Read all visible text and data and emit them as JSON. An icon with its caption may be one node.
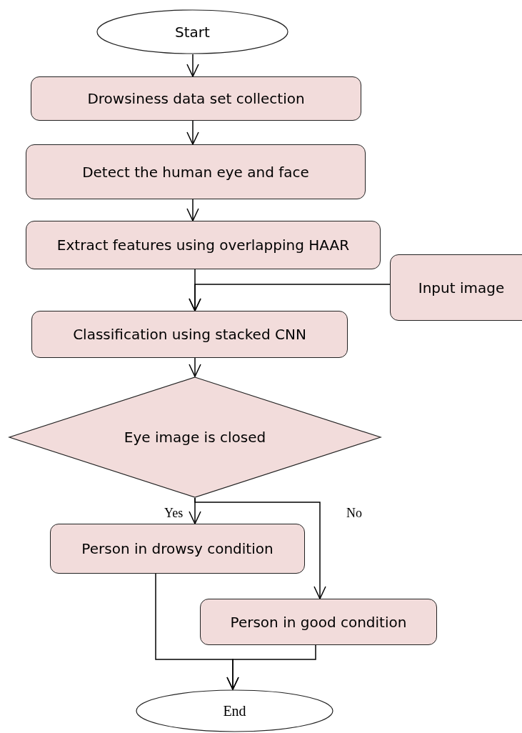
{
  "diagram": {
    "nodes": [
      {
        "text": [
          "Start"
        ]
      },
      {
        "text": [
          "Drowsiness data set collection"
        ]
      },
      {
        "text": [
          "Detect the human eye and face"
        ]
      },
      {
        "text": [
          "Extract features using overlapping HAAR"
        ]
      },
      {
        "text": [
          "Input image"
        ]
      },
      {
        "text": [
          "Classification using stacked CNN"
        ]
      },
      {
        "text": [
          "Eye image is closed"
        ]
      },
      {
        "text": [
          "Person in drowsy condition"
        ]
      },
      {
        "text": [
          "Person in good condition"
        ]
      },
      {
        "text": [
          "End"
        ]
      }
    ],
    "edges": [
      {
        "from": 0,
        "to": 1,
        "arrow": "to"
      },
      {
        "from": 1,
        "to": 2,
        "arrow": "to"
      },
      {
        "from": 2,
        "to": 3,
        "arrow": "to"
      },
      {
        "from": 3,
        "to": 5,
        "arrow": "to"
      },
      {
        "from": 4,
        "to": 5,
        "arrow": "to"
      },
      {
        "from": 5,
        "to": 6,
        "arrow": "to"
      },
      {
        "from": 6,
        "to": 7,
        "label": "Yes",
        "arrow": "to"
      },
      {
        "from": 6,
        "to": 8,
        "label": "No",
        "arrow": "to"
      },
      {
        "from": 7,
        "to": 9,
        "arrow": "to"
      },
      {
        "from": 8,
        "to": 9,
        "arrow": "to"
      }
    ]
  }
}
